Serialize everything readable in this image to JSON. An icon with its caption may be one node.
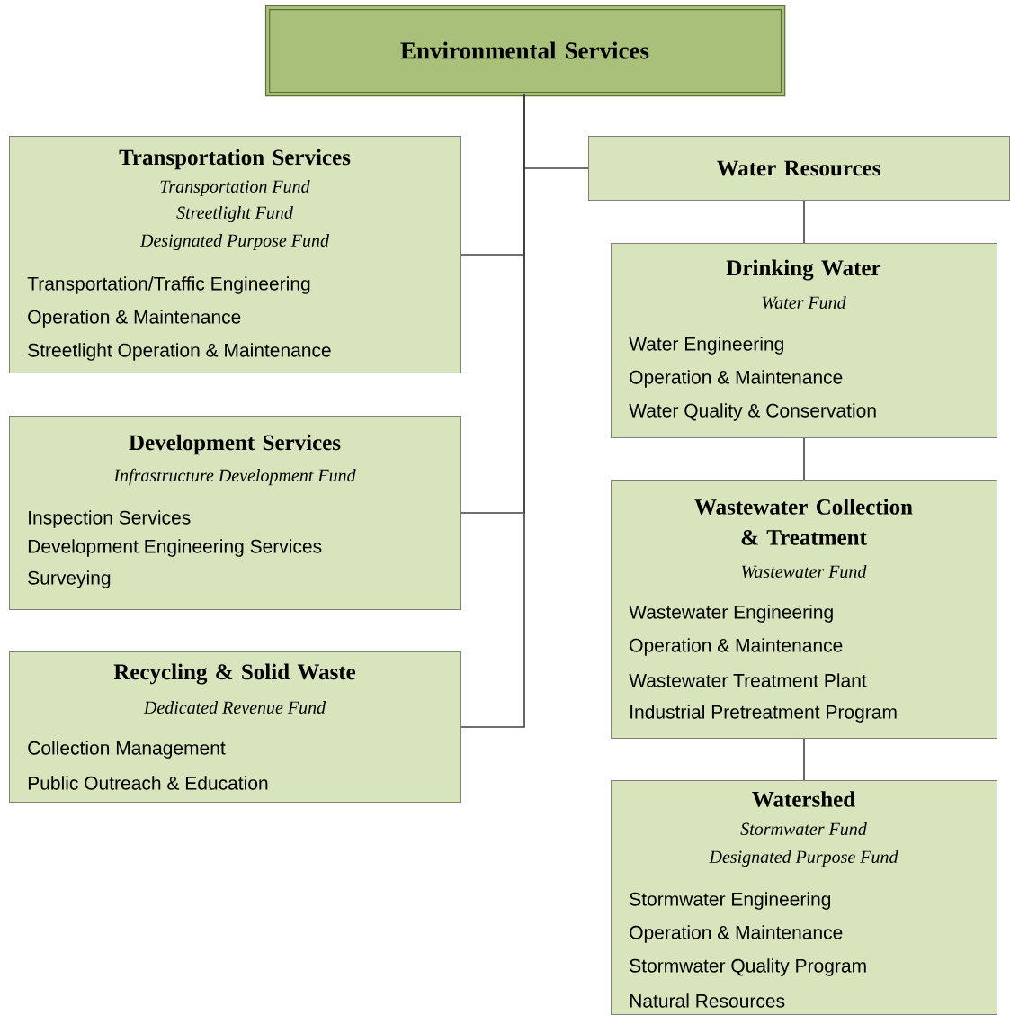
{
  "diagram": {
    "nodes": [
      {
        "text": [
          "Environmental Services"
        ]
      },
      {
        "text": [
          "Transportation Services",
          "Transportation Fund",
          "Streetlight Fund",
          "Designated Purpose Fund",
          "Transportation/Traffic Engineering",
          "Operation & Maintenance",
          "Streetlight Operation & Maintenance"
        ]
      },
      {
        "text": [
          "Development Services",
          "Infrastructure Development Fund",
          "Inspection Services",
          "Development Engineering Services",
          "Surveying"
        ]
      },
      {
        "text": [
          "Recycling & Solid Waste",
          "Dedicated Revenue Fund",
          "Collection Management",
          "Public Outreach & Education"
        ]
      },
      {
        "text": [
          "Water Resources"
        ]
      },
      {
        "text": [
          "Drinking Water",
          "Water Fund",
          "Water Engineering",
          "Operation & Maintenance",
          "Water Quality & Conservation"
        ]
      },
      {
        "text": [
          "Wastewater Collection & Treatment",
          "Wastewater Fund",
          "Wastewater Engineering",
          "Operation & Maintenance",
          "Wastewater Treatment Plant",
          "Industrial Pretreatment Program"
        ]
      },
      {
        "text": [
          "Watershed",
          "Stormwater Fund",
          "Designated Purpose Fund",
          "Stormwater Engineering",
          "Operation & Maintenance",
          "Stormwater Quality Program",
          "Natural Resources"
        ]
      }
    ],
    "edges": [
      {
        "from": 0,
        "to": 1,
        "arrow": "none"
      },
      {
        "from": 0,
        "to": 2,
        "arrow": "none"
      },
      {
        "from": 0,
        "to": 3,
        "arrow": "none"
      },
      {
        "from": 0,
        "to": 4,
        "arrow": "none"
      },
      {
        "from": 4,
        "to": 5,
        "arrow": "none"
      },
      {
        "from": 5,
        "to": 6,
        "arrow": "none"
      },
      {
        "from": 6,
        "to": 7,
        "arrow": "none"
      }
    ]
  }
}
